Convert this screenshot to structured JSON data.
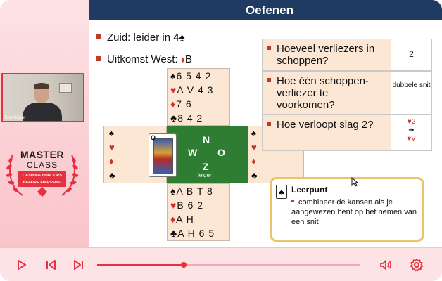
{
  "webcam": {
    "name": "Tom Drijver"
  },
  "logo": {
    "line1": "MASTER",
    "line2": "CLASS",
    "ribbon1": "CASHING HONOURS",
    "ribbon2": "BEFORE FINESSING"
  },
  "slide": {
    "title": "Oefenen",
    "bullets": [
      {
        "text": "Zuid: leider in 4",
        "suit": "♠"
      },
      {
        "text": "Uitkomst West: ",
        "suit": "♦",
        "suffix": "B"
      }
    ],
    "north": {
      "spades": "6 5 4 2",
      "hearts": "A V 4 3",
      "diamonds": "7 6",
      "clubs": "8 4 2"
    },
    "south": {
      "spades": "A B T 8",
      "hearts": "B 6 2",
      "diamonds": "A H",
      "clubs": "A H 6 5"
    },
    "compass": {
      "n": "N",
      "w": "W",
      "o": "O",
      "z": "Z",
      "leider": "leider"
    },
    "card": {
      "rank": "Q"
    },
    "questions": [
      {
        "q": "Hoeveel verliezers in schoppen?",
        "a": "2"
      },
      {
        "q": "Hoe één schoppen-verliezer te voorkomen?",
        "a": "dubbele snit"
      },
      {
        "q": "Hoe verloopt slag 2?",
        "a1": "♥2",
        "a2": "➔",
        "a3": "♥V"
      }
    ],
    "leerpunt": {
      "title": "Leerpunt",
      "text": "combineer de kansen als je aangewezen bent op het nemen van een snit"
    }
  },
  "player": {
    "progress": 0.33
  },
  "colors": {
    "accent": "#e5323f",
    "title_bar": "#203b62",
    "table_green": "#2e7d32"
  }
}
